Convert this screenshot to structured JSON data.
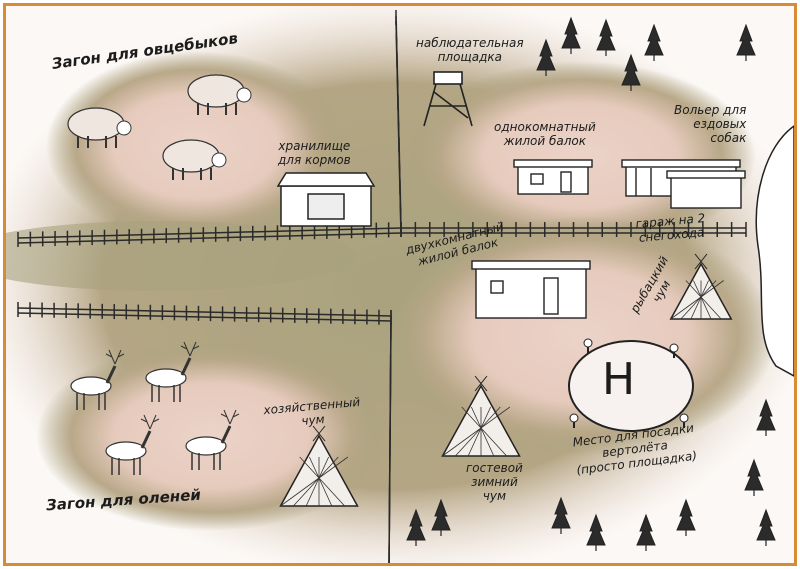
{
  "title": "Карта стойбища",
  "colors": {
    "border": "#d98a34",
    "ground": "#a9a27e",
    "clearing": "#ecd3c8",
    "ink": "#1c1c1c"
  },
  "labels": {
    "muskox_pen": "Загон для овцебыков",
    "reindeer_pen": "Загон для оленей",
    "watchtower": [
      "наблюдательная",
      "площадка"
    ],
    "feed_storage": [
      "хранилище",
      "для кормов"
    ],
    "one_room_hut": [
      "однокомнатный",
      "жилой балок"
    ],
    "dog_enclosure": [
      "Вольер для",
      "ездовых",
      "собак"
    ],
    "garage": [
      "гараж на 2",
      "снегохода"
    ],
    "two_room_hut": [
      "двухкомнатный",
      "жилой балок"
    ],
    "fishing_chum": [
      "рыбацкий",
      "чум"
    ],
    "utility_chum": [
      "хозяйственный",
      "чум"
    ],
    "guest_chum": [
      "гостевой",
      "зимний",
      "чум"
    ],
    "helipad": [
      "Место для посадки",
      "вертолёта",
      "(просто площадка)"
    ],
    "helipad_mark": "H"
  }
}
